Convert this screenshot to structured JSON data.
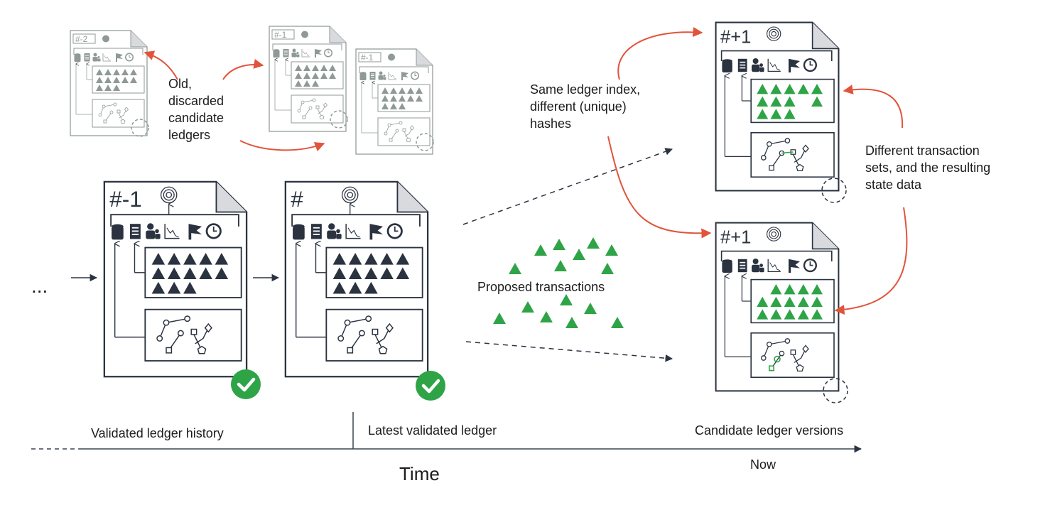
{
  "colors": {
    "ink": "#2b3340",
    "faded": "#8f9a96",
    "accent_red": "#e2533b",
    "tx_green": "#2ea447",
    "check_green": "#2ea447",
    "timeline": "#3b4556"
  },
  "icons": {
    "fingerprint": "fingerprint-icon",
    "database": "database-icon",
    "receipt": "receipt-icon",
    "accounts": "accounts-icon",
    "stats": "chart-icon",
    "flag": "flag-icon",
    "clock": "clock-icon",
    "validated": "check-circle-icon"
  },
  "annotations": {
    "old_discarded": [
      "Old,",
      "discarded",
      "candidate",
      "ledgers"
    ],
    "same_index": [
      "Same ledger index,",
      "different (unique)",
      "hashes"
    ],
    "different_tx": [
      "Different transaction",
      "sets, and the resulting",
      "state data"
    ],
    "proposed": "Proposed transactions",
    "ellipsis": "..."
  },
  "ledgers": {
    "old_1": {
      "index": "#-2"
    },
    "old_2": {
      "index": "#-1"
    },
    "old_3": {
      "index": "#-1"
    },
    "previous": {
      "index": "#-1"
    },
    "latest": {
      "index": "#"
    },
    "candidate_a": {
      "index": "#+1"
    },
    "candidate_b": {
      "index": "#+1"
    }
  },
  "timeline": {
    "history_label": "Validated ledger history",
    "latest_label": "Latest validated ledger",
    "candidate_label": "Candidate ledger versions",
    "axis_label": "Time",
    "now_label": "Now"
  }
}
